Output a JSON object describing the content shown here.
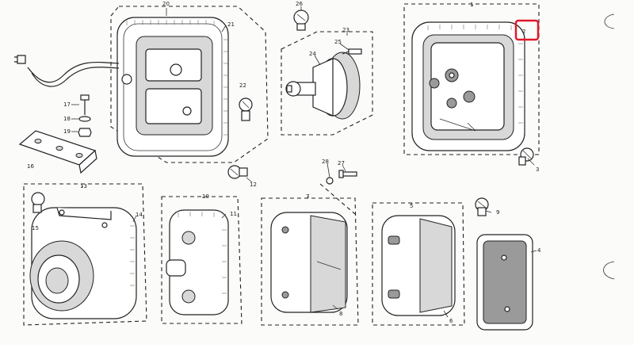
{
  "callouts": {
    "c1": "1",
    "c2": "2",
    "c3": "3",
    "c4": "4",
    "c5": "5",
    "c6": "6",
    "c7": "7",
    "c8": "8",
    "c9": "9",
    "c10": "10",
    "c11": "11",
    "c12": "12",
    "c13": "13",
    "c14": "14",
    "c15": "15",
    "c16": "16",
    "c17": "17",
    "c18": "18",
    "c19": "19",
    "c20": "20",
    "c21": "21",
    "c22": "22",
    "c23": "23",
    "c24": "24",
    "c25": "25",
    "c26": "26",
    "c27": "27",
    "c28": "28"
  },
  "highlight": {
    "color": "#e0192a"
  }
}
